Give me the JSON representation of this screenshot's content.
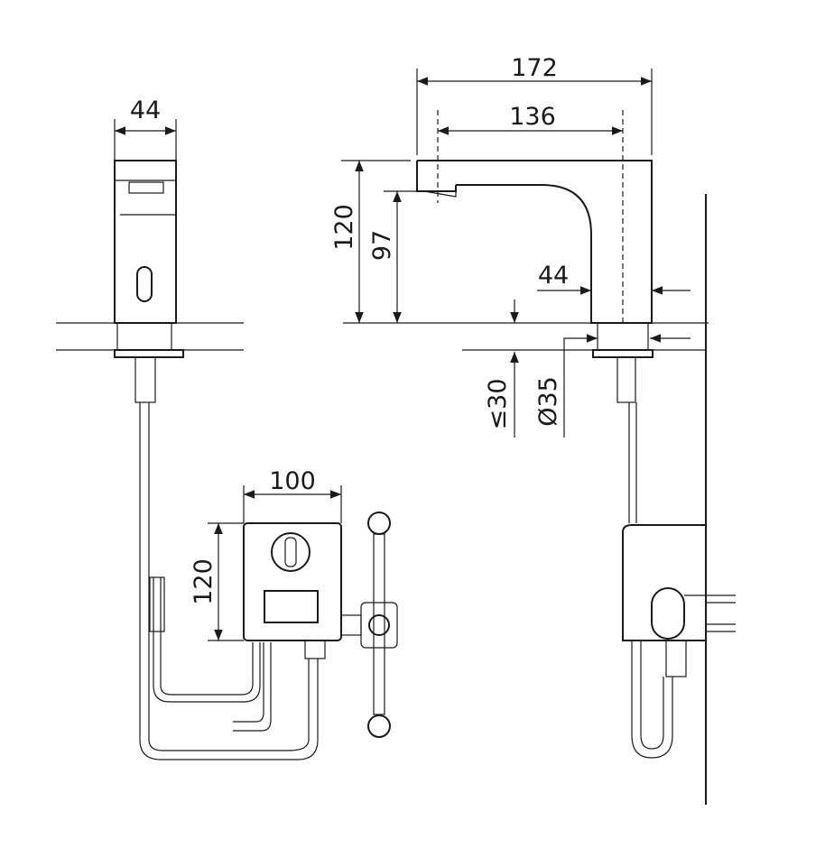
{
  "dimensions": {
    "front_width": "44",
    "side_total_length": "172",
    "side_spout_reach": "136",
    "side_height": "120",
    "side_spout_height": "97",
    "side_body_width": "44",
    "side_max_counter": "≤30",
    "side_hole_diameter": "Ø35",
    "box_width": "100",
    "box_height": "120"
  }
}
